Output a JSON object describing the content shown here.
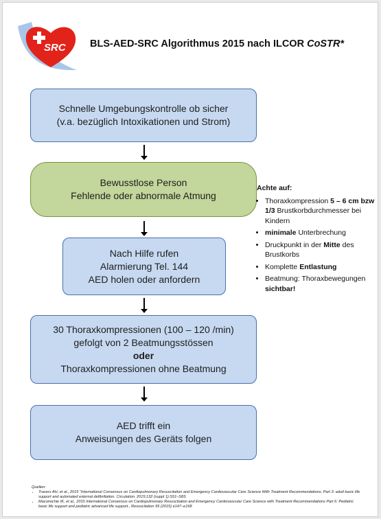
{
  "header": {
    "title": "BLS-AED-SRC Algorithmus 2015 nach ILCOR",
    "title_italic": "CoSTR*",
    "logo_text": "SRC"
  },
  "flow": {
    "step1": [
      "Schnelle Umgebungskontrolle ob sicher",
      "(v.a. bezüglich Intoxikationen und Strom)"
    ],
    "step2": [
      "Bewusstlose Person",
      "Fehlende oder abnormale Atmung"
    ],
    "step3": [
      "Nach Hilfe rufen",
      "Alarmierung Tel. 144",
      "AED holen oder anfordern"
    ],
    "step4": [
      "30 Thoraxkompressionen (100 – 120 /min)",
      "gefolgt von 2 Beatmungsstössen",
      "oder",
      "Thoraxkompressionen ohne Beatmung"
    ],
    "step5": [
      "AED trifft ein",
      "Anweisungen des Geräts folgen"
    ]
  },
  "notes": {
    "heading": "Achte auf:",
    "items": [
      {
        "a": "Thoraxkompression ",
        "b": "5 – 6 cm bzw 1/3",
        "c": " Brustkorbdurchmesser bei Kindern"
      },
      {
        "a": "",
        "b": "minimale",
        "c": " Unterbrechung"
      },
      {
        "a": "Druckpunkt in der ",
        "b": "Mitte",
        "c": " des Brustkorbs"
      },
      {
        "a": "Komplette ",
        "b": "Entlastung",
        "c": ""
      },
      {
        "a": "Beatmung: Thoraxbewegungen ",
        "b": "sichtbar!",
        "c": ""
      }
    ]
  },
  "sources": {
    "label": "Quellen:",
    "items": [
      "Travers AH, et al., 2015 \"International Consensus on Cardiopulmonary Resuscitation and Emergency Cardiovascular Care Science With Treatment Recommendations. Part 3: adult basic life support and automated external defibrillation. Circulation. 2015;132 (suppl 1):S51–S83.",
      "Maconochie IK, et al., 2015 International Consensus on Cardiopulmonary Resuscitation and Emergency Cardiovascular Care Science with Treatment Recommendations Part 6: Pediatric basic life support and pediatric advanced life support., Resuscitation 95 (2015) e147–e168"
    ]
  },
  "colors": {
    "blue_box": "#c6d9f1",
    "green_box": "#c3d69b",
    "logo_red": "#e2231a",
    "logo_blue": "#a9c6ea"
  }
}
